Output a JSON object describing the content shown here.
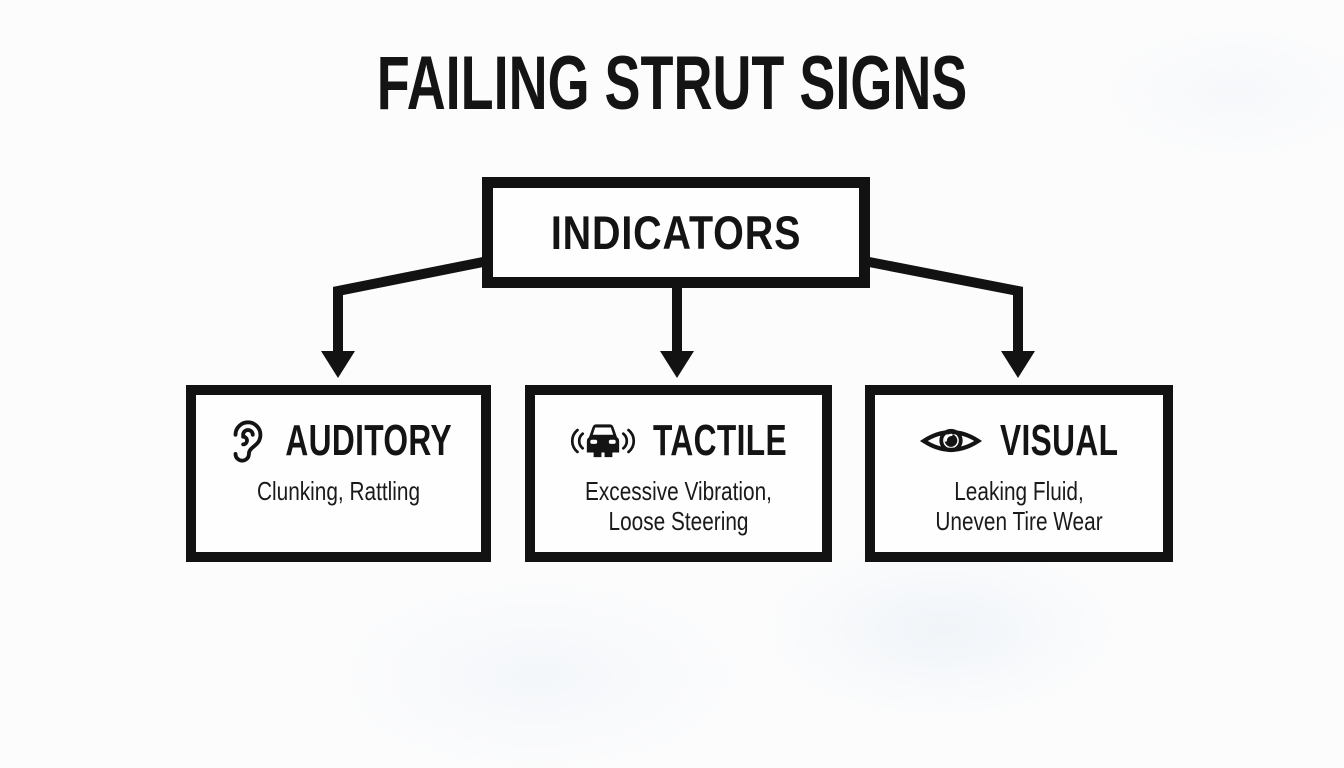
{
  "colors": {
    "background": "#fcfcfd",
    "ink": "#141414",
    "border": "#121212",
    "box_fill": "#fefefe"
  },
  "title": "FAILING STRUT SIGNS",
  "root": {
    "label": "INDICATORS"
  },
  "branches": [
    {
      "id": "auditory",
      "icon": "ear-icon",
      "label": "AUDITORY",
      "details": [
        "Clunking, Rattling"
      ]
    },
    {
      "id": "tactile",
      "icon": "car-vibration-icon",
      "label": "TACTILE",
      "details": [
        "Excessive Vibration,",
        "Loose Steering"
      ]
    },
    {
      "id": "visual",
      "icon": "eye-icon",
      "label": "VISUAL",
      "details": [
        "Leaking Fluid,",
        "Uneven Tire Wear"
      ]
    }
  ]
}
